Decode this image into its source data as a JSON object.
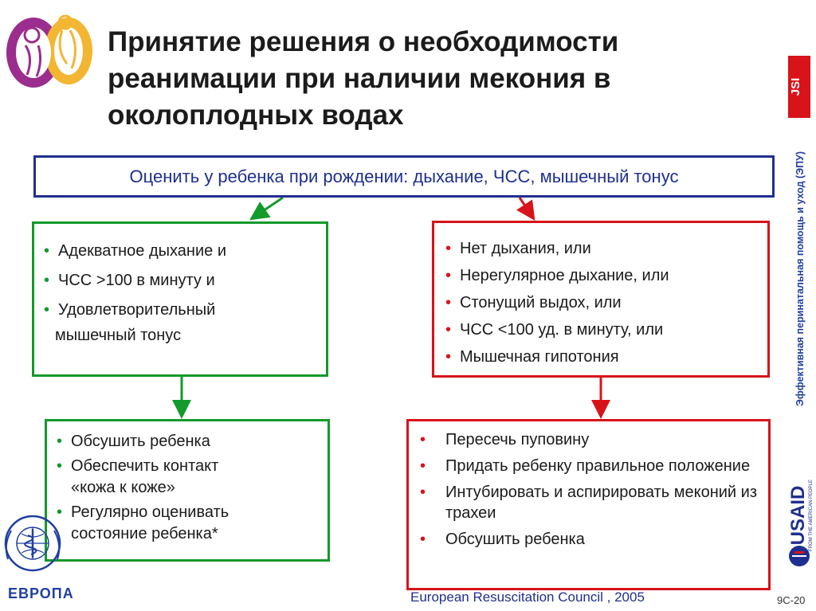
{
  "title": "Принятие решения о необходимости реанимации  при наличии мекония в околоплодных водах",
  "assess": "Оценить у ребенка при рождении: дыхание, ЧСС, мышечный тонус",
  "green_box1": {
    "items": [
      "Адекватное дыхание и",
      "ЧСС >100 в минуту  и",
      "Удовлетворительный"
    ],
    "continuation": "мышечный тонус"
  },
  "green_box2": {
    "items": [
      "Обсушить ребенка",
      "Обеспечить контакт",
      "Регулярно оценивать"
    ],
    "cont1": "«кожа к коже»",
    "cont2": "состояние ребенка*"
  },
  "red_box1": {
    "items": [
      "Нет дыхания, или",
      "Нерегулярное дыхание, или",
      "Стонущий выдох, или",
      "ЧСС <100 уд. в минуту, или",
      "Мышечная гипотония"
    ]
  },
  "red_box2": {
    "items": [
      "Пересечь пуповину",
      "Придать ребенку правильное положение",
      "Интубировать и аспирировать меконий из трахеи",
      "Обсушить ребенка"
    ]
  },
  "side_text": "Эффективная перинатальная помощь и  уход (ЭПУ)",
  "jsi_logo_text": "JSI",
  "usaid_logo_text": "USAID",
  "usaid_tagline": "FROM THE AMERICAN PEOPLE",
  "who_label": "ЕВРОПА",
  "footer": "European Resuscitation Council , 2005",
  "slide_number": "9C-20",
  "colors": {
    "green": "#129a2a",
    "red": "#d8131a",
    "navy": "#1f2f8f"
  },
  "icons": {
    "top_left": "mother-child-logo",
    "who": "who-emblem-icon",
    "jsi": "jsi-logo",
    "usaid": "usaid-logo"
  }
}
